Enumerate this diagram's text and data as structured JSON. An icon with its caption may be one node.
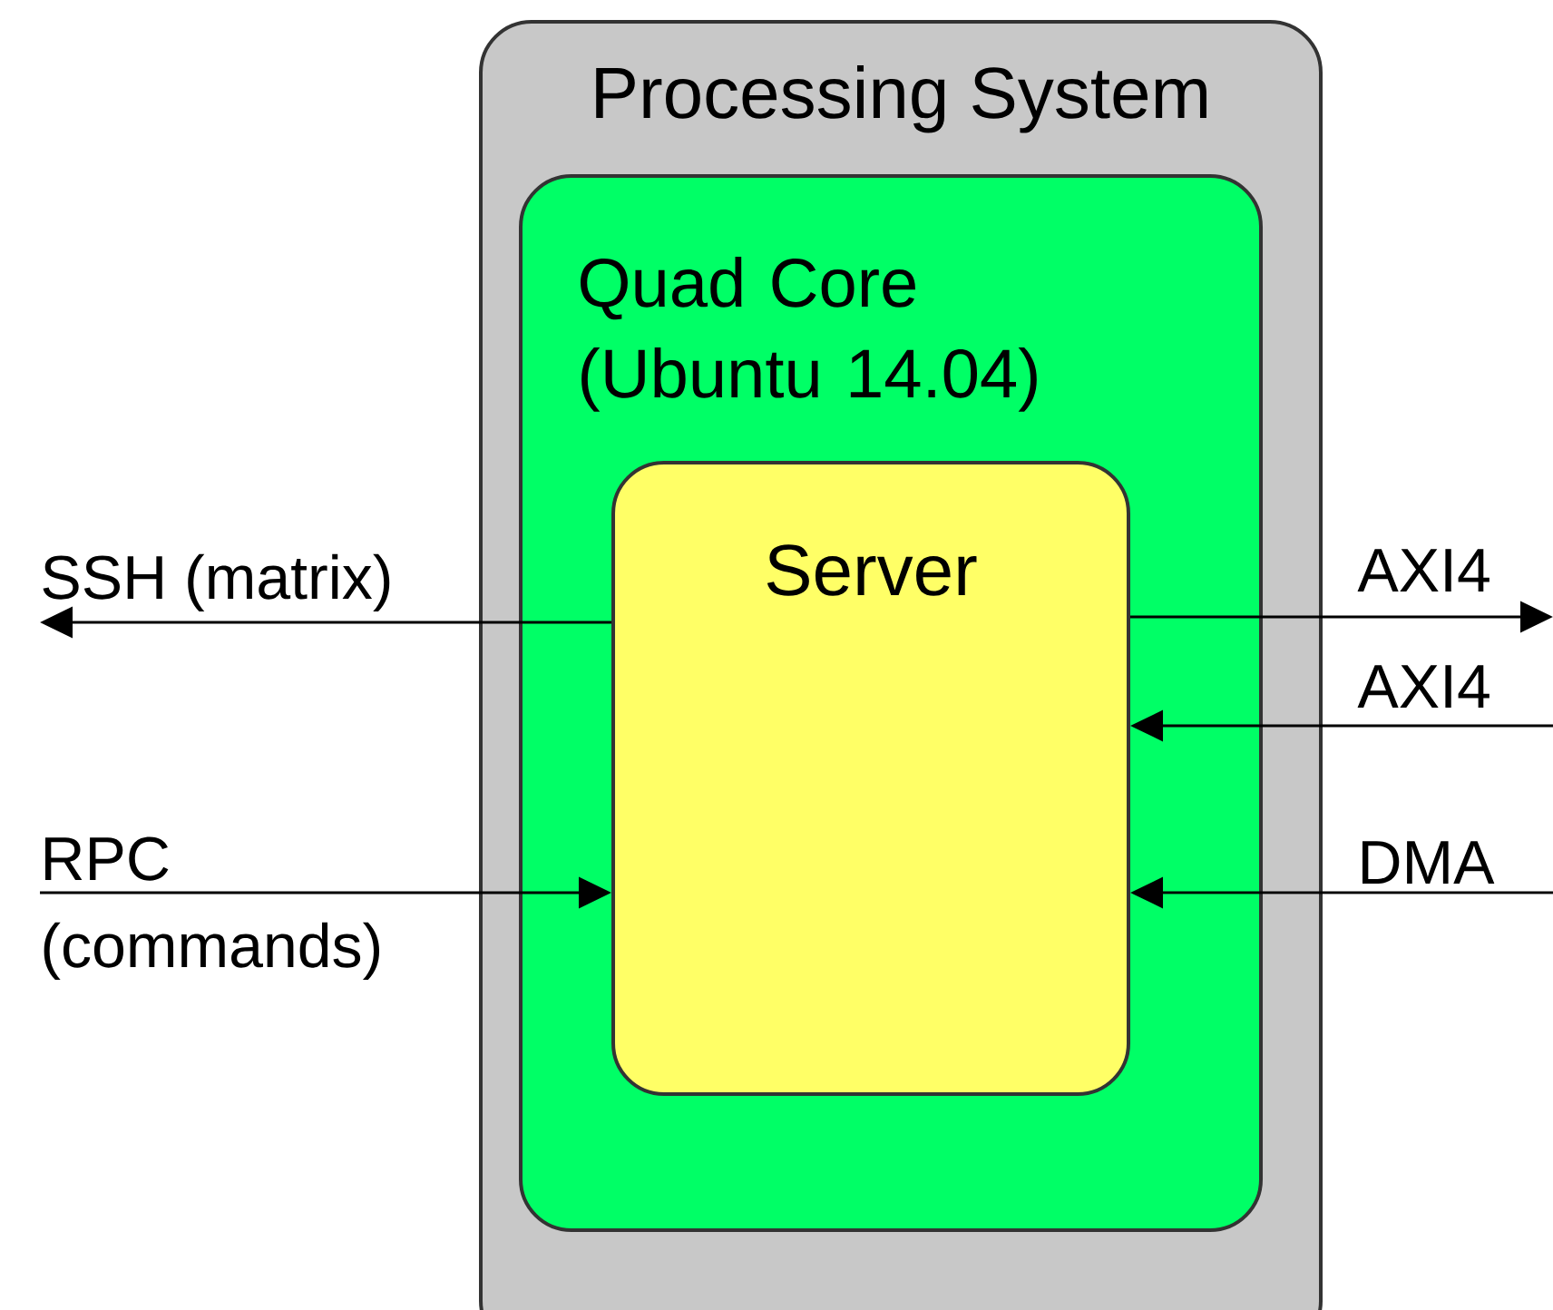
{
  "diagram": {
    "nodes": [
      {
        "text": [
          "Processing System"
        ]
      },
      {
        "text": [
          "Quad Core (Ubuntu 14.04)"
        ],
        "in": 0
      },
      {
        "text": [
          "Server"
        ],
        "in": 1
      }
    ],
    "edges": [
      {
        "from": 2,
        "to": null,
        "arrow": "to",
        "label": "SSH (matrix)"
      },
      {
        "from": null,
        "to": 2,
        "arrow": "to",
        "label": "RPC (commands)"
      },
      {
        "from": 2,
        "to": null,
        "arrow": "to",
        "label": "AXI4"
      },
      {
        "from": null,
        "to": 2,
        "arrow": "to",
        "label": "AXI4"
      },
      {
        "from": null,
        "to": 2,
        "arrow": "to",
        "label": "DMA"
      }
    ]
  }
}
